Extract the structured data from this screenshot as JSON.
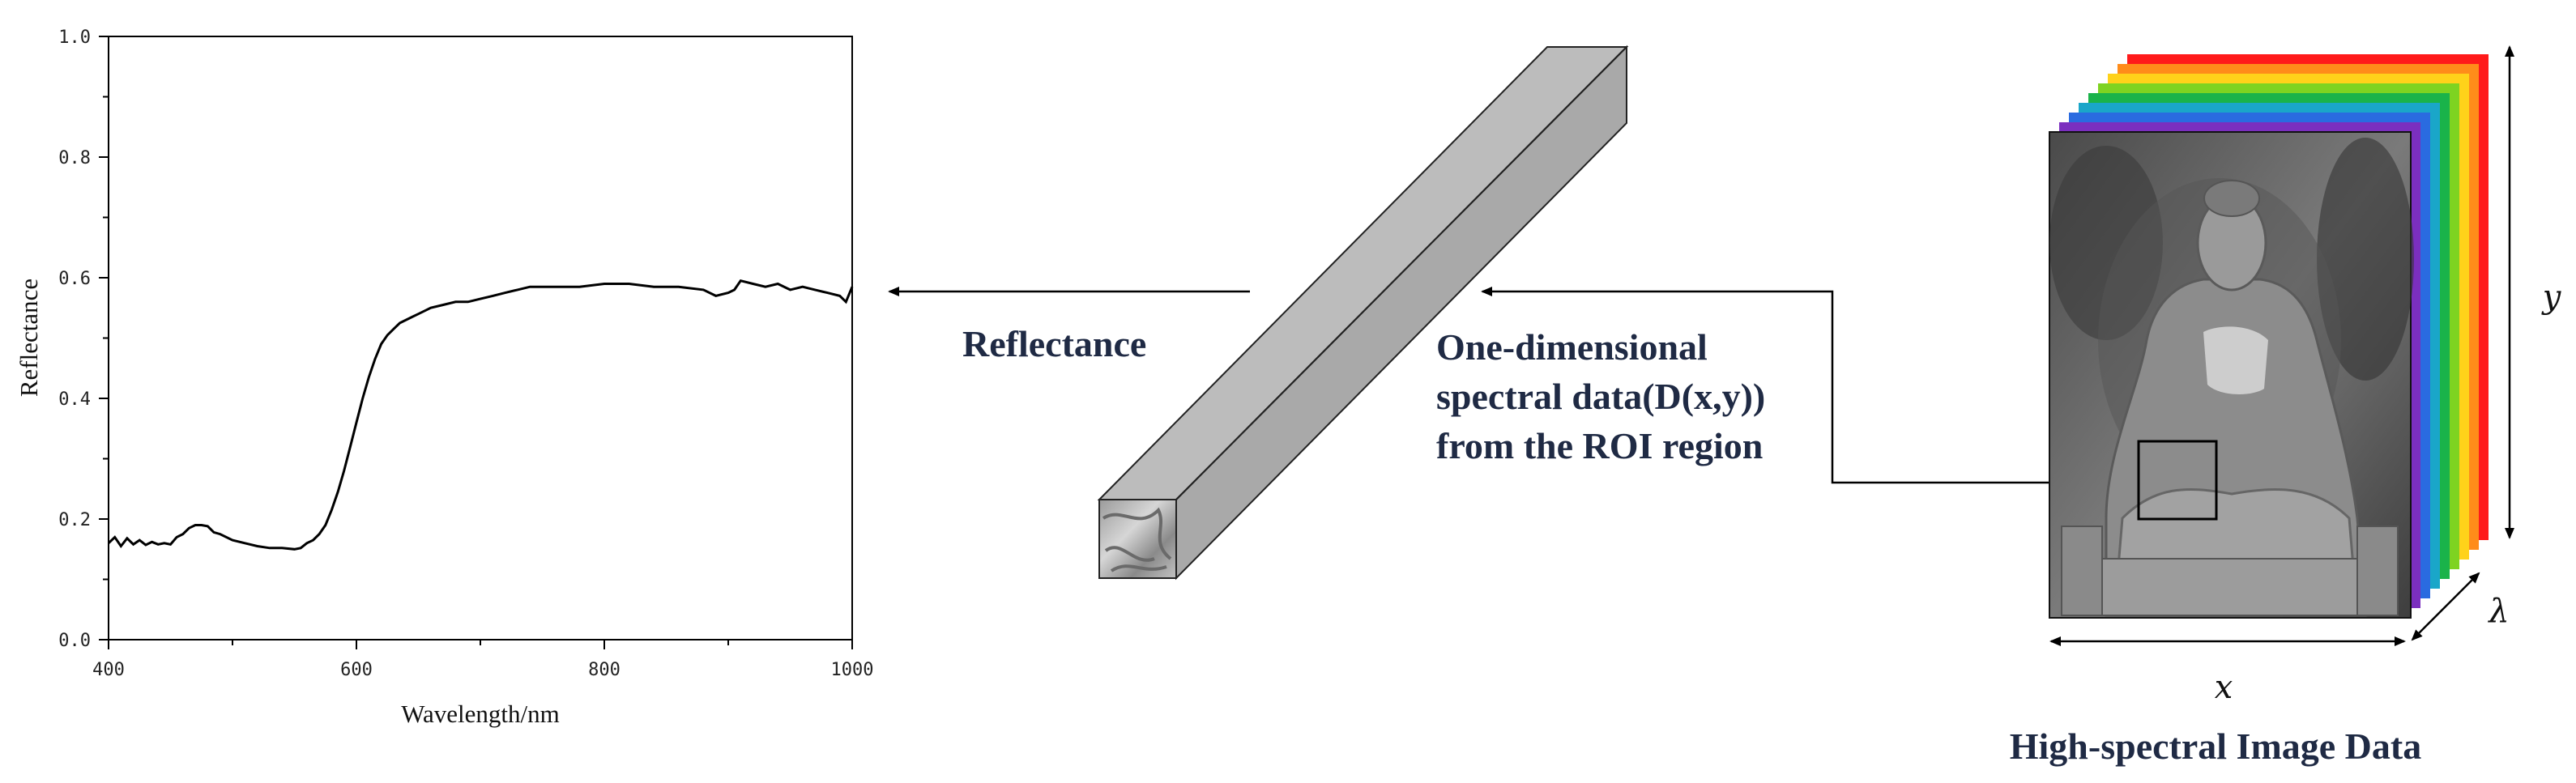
{
  "chart_data": {
    "type": "line",
    "xlabel": "Wavelength/nm",
    "ylabel": "Reflectance",
    "xlim": [
      400,
      1000
    ],
    "ylim": [
      0.0,
      1.0
    ],
    "xticks": [
      "400",
      "600",
      "800",
      "1000"
    ],
    "yticks": [
      "0.0",
      "0.2",
      "0.4",
      "0.6",
      "0.8",
      "1.0"
    ],
    "grid": false,
    "series": [
      {
        "x": [
          400,
          405,
          410,
          415,
          420,
          425,
          430,
          435,
          440,
          445,
          450,
          455,
          460,
          465,
          470,
          475,
          480,
          485,
          490,
          500,
          510,
          520,
          530,
          540,
          550,
          555,
          560,
          565,
          570,
          575,
          580,
          585,
          590,
          595,
          600,
          605,
          610,
          615,
          620,
          625,
          630,
          635,
          640,
          645,
          650,
          660,
          670,
          680,
          690,
          700,
          710,
          720,
          730,
          740,
          760,
          780,
          800,
          820,
          840,
          860,
          880,
          890,
          900,
          905,
          910,
          920,
          930,
          940,
          950,
          960,
          970,
          980,
          990,
          995,
          1000
        ],
        "y": [
          0.16,
          0.17,
          0.155,
          0.168,
          0.158,
          0.165,
          0.157,
          0.162,
          0.158,
          0.16,
          0.158,
          0.17,
          0.175,
          0.185,
          0.19,
          0.19,
          0.188,
          0.178,
          0.175,
          0.165,
          0.16,
          0.155,
          0.152,
          0.152,
          0.15,
          0.152,
          0.16,
          0.165,
          0.175,
          0.19,
          0.215,
          0.245,
          0.28,
          0.32,
          0.36,
          0.4,
          0.435,
          0.465,
          0.49,
          0.505,
          0.515,
          0.525,
          0.53,
          0.535,
          0.54,
          0.55,
          0.555,
          0.56,
          0.56,
          0.565,
          0.57,
          0.575,
          0.58,
          0.585,
          0.585,
          0.585,
          0.59,
          0.59,
          0.585,
          0.585,
          0.58,
          0.57,
          0.575,
          0.58,
          0.595,
          0.59,
          0.585,
          0.59,
          0.58,
          0.585,
          0.58,
          0.575,
          0.57,
          0.56,
          0.585
        ]
      }
    ]
  },
  "labels": {
    "reflectance": "Reflectance",
    "one_dim_line1": "One-dimensional",
    "one_dim_line2": "spectral data(D(x,y))",
    "one_dim_line3": "from the ROI region",
    "cube_title": "High-spectral Image Data",
    "axis_x": "x",
    "axis_y": "y",
    "axis_lambda": "λ"
  },
  "colors": {
    "spectrum_bands": [
      "#ff1a1a",
      "#ff8c1a",
      "#ffd21a",
      "#7ed321",
      "#1ab34a",
      "#1aa6c9",
      "#2a6be0",
      "#7b2fbf"
    ],
    "prism_face": "#c6c6c6",
    "prism_top": "#b8b8b8",
    "prism_side": "#a8a8a8",
    "label_navy": "#1f2a44"
  }
}
